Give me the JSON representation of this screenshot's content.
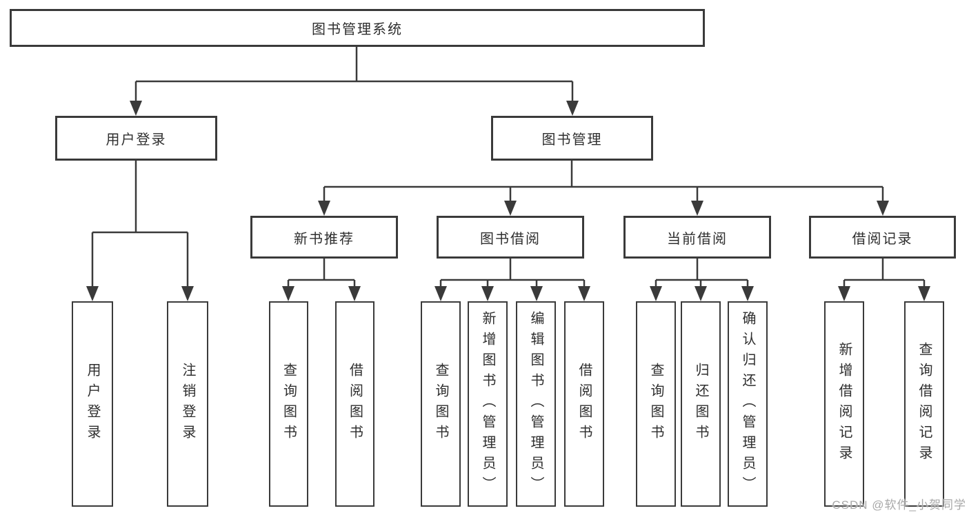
{
  "diagram": {
    "root": "图书管理系统",
    "level2": {
      "user_login": "用户登录",
      "book_mgmt": "图书管理"
    },
    "level3": {
      "new_book": "新书推荐",
      "borrow": "图书借阅",
      "current": "当前借阅",
      "records": "借阅记录"
    },
    "leaves": {
      "user_login": [
        "用户登录",
        "注销登录"
      ],
      "new_book": [
        "查询图书",
        "借阅图书"
      ],
      "borrow": [
        "查询图书",
        "新增图书（管理员）",
        "编辑图书（管理员）",
        "借阅图书"
      ],
      "current": [
        "查询图书",
        "归还图书",
        "确认归还（管理员）"
      ],
      "records": [
        "新增借阅记录",
        "查询借阅记录"
      ]
    },
    "watermark": "CSDN @软件_小贺同学",
    "colors": {
      "line": "#3a3a3a",
      "text": "#2e2e2e",
      "watermark": "#a8a8a8",
      "background": "#ffffff"
    }
  }
}
